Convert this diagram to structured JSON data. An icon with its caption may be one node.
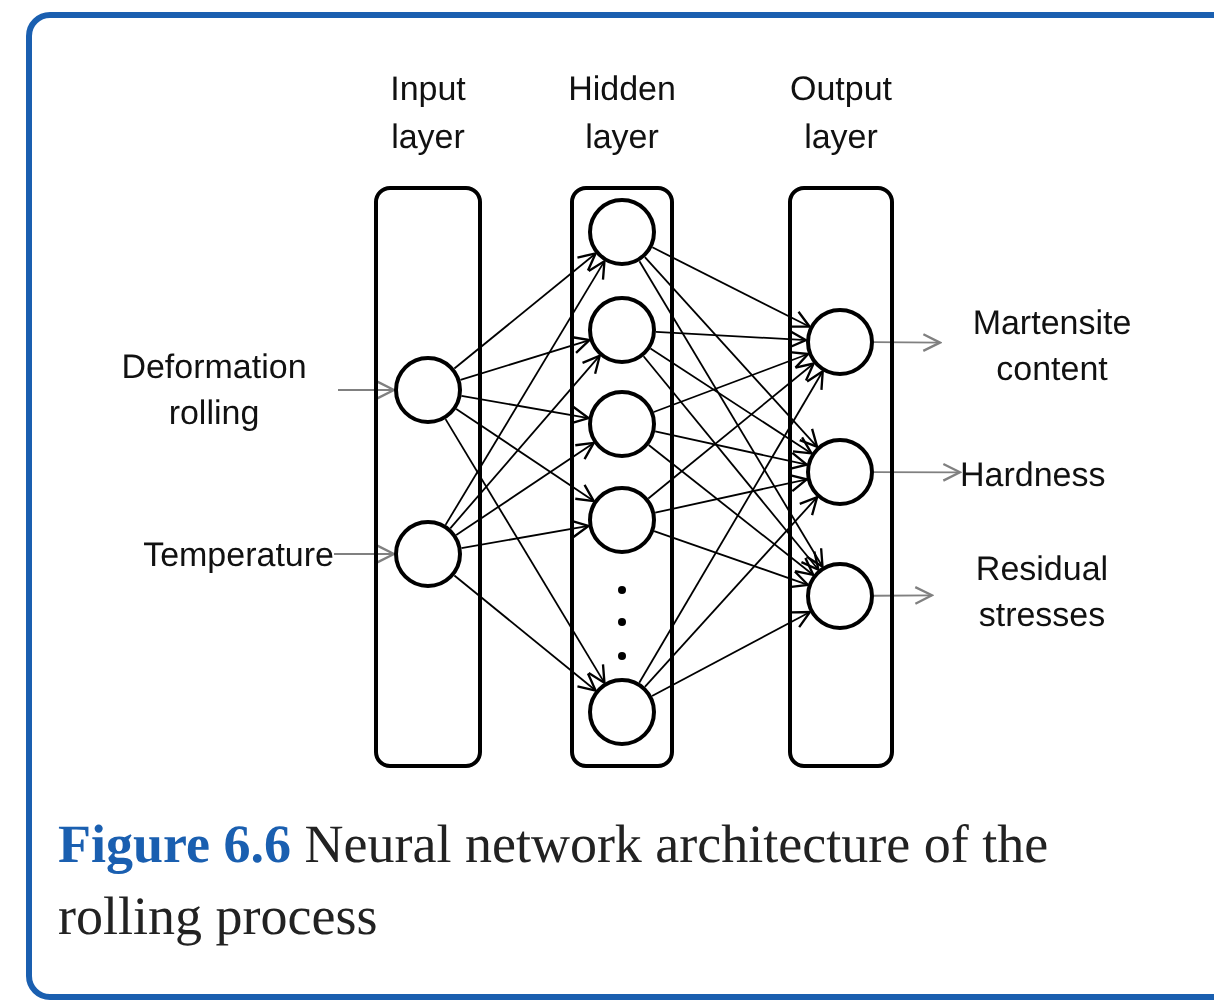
{
  "diagram": {
    "caption": "**Figure 6.6** Neural network architecture of the rolling process",
    "nodes": [
      {
        "text": [
          "Deformation rolling"
        ]
      },
      {
        "text": [
          "Temperature"
        ]
      },
      {
        "text": [
          "Input layer"
        ]
      },
      {
        "text": [],
        "shape": "circle",
        "in": 2
      },
      {
        "text": [],
        "shape": "circle",
        "in": 2
      },
      {
        "text": [
          "Hidden layer"
        ]
      },
      {
        "text": [],
        "shape": "circle",
        "in": 5
      },
      {
        "text": [],
        "shape": "circle",
        "in": 5
      },
      {
        "text": [],
        "shape": "circle",
        "in": 5
      },
      {
        "text": [],
        "shape": "circle",
        "in": 5
      },
      {
        "text": [],
        "shape": "circle",
        "in": 5
      },
      {
        "text": [
          "Output layer"
        ]
      },
      {
        "text": [],
        "shape": "circle",
        "in": 11
      },
      {
        "text": [],
        "shape": "circle",
        "in": 11
      },
      {
        "text": [],
        "shape": "circle",
        "in": 11
      },
      {
        "text": [
          "Martensite content"
        ]
      },
      {
        "text": [
          "Hardness"
        ]
      },
      {
        "text": [
          "Residual stresses"
        ]
      }
    ],
    "edges": [
      {
        "from": 0,
        "to": 3,
        "arrow": "to",
        "color": "#808080"
      },
      {
        "from": 1,
        "to": 4,
        "arrow": "to",
        "color": "#808080"
      },
      {
        "from": 3,
        "to": 6,
        "arrow": "to"
      },
      {
        "from": 3,
        "to": 7,
        "arrow": "to"
      },
      {
        "from": 3,
        "to": 8,
        "arrow": "to"
      },
      {
        "from": 3,
        "to": 9,
        "arrow": "to"
      },
      {
        "from": 3,
        "to": 10,
        "arrow": "to"
      },
      {
        "from": 4,
        "to": 6,
        "arrow": "to"
      },
      {
        "from": 4,
        "to": 7,
        "arrow": "to"
      },
      {
        "from": 4,
        "to": 8,
        "arrow": "to"
      },
      {
        "from": 4,
        "to": 9,
        "arrow": "to"
      },
      {
        "from": 4,
        "to": 10,
        "arrow": "to"
      },
      {
        "from": 6,
        "to": 12,
        "arrow": "to"
      },
      {
        "from": 6,
        "to": 13,
        "arrow": "to"
      },
      {
        "from": 6,
        "to": 14,
        "arrow": "to"
      },
      {
        "from": 7,
        "to": 12,
        "arrow": "to"
      },
      {
        "from": 7,
        "to": 13,
        "arrow": "to"
      },
      {
        "from": 7,
        "to": 14,
        "arrow": "to"
      },
      {
        "from": 8,
        "to": 12,
        "arrow": "to"
      },
      {
        "from": 8,
        "to": 13,
        "arrow": "to"
      },
      {
        "from": 8,
        "to": 14,
        "arrow": "to"
      },
      {
        "from": 9,
        "to": 12,
        "arrow": "to"
      },
      {
        "from": 9,
        "to": 13,
        "arrow": "to"
      },
      {
        "from": 9,
        "to": 14,
        "arrow": "to"
      },
      {
        "from": 10,
        "to": 12,
        "arrow": "to"
      },
      {
        "from": 10,
        "to": 13,
        "arrow": "to"
      },
      {
        "from": 10,
        "to": 14,
        "arrow": "to"
      },
      {
        "from": 12,
        "to": 15,
        "arrow": "to",
        "color": "#808080"
      },
      {
        "from": 13,
        "to": 16,
        "arrow": "to",
        "color": "#808080"
      },
      {
        "from": 14,
        "to": 17,
        "arrow": "to",
        "color": "#808080"
      }
    ]
  }
}
